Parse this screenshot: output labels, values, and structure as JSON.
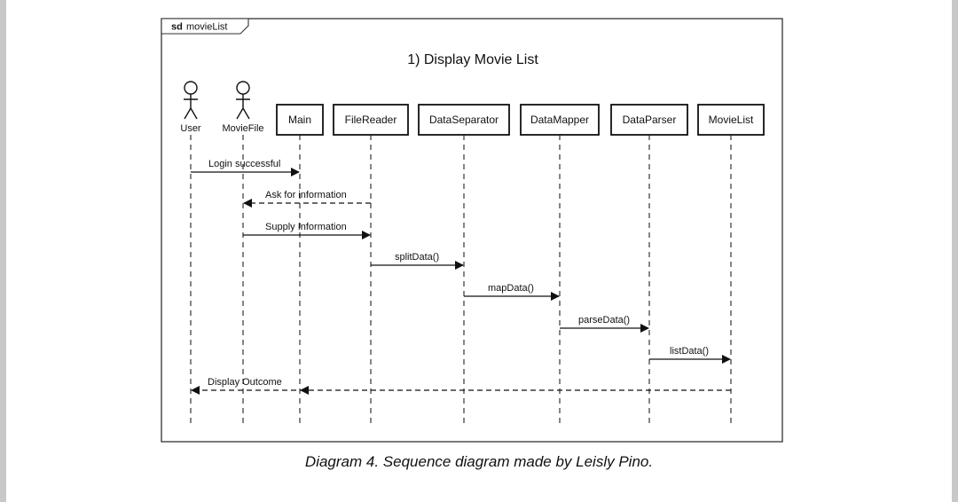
{
  "frame": {
    "tag": "sd",
    "name": "movieList"
  },
  "title": "1) Display Movie List",
  "lifelines": [
    {
      "id": "user",
      "label": "User",
      "kind": "actor"
    },
    {
      "id": "moviefile",
      "label": "MovieFile",
      "kind": "actor"
    },
    {
      "id": "main",
      "label": "Main",
      "kind": "object"
    },
    {
      "id": "filereader",
      "label": "FileReader",
      "kind": "object"
    },
    {
      "id": "dataseparator",
      "label": "DataSeparator",
      "kind": "object"
    },
    {
      "id": "datamapper",
      "label": "DataMapper",
      "kind": "object"
    },
    {
      "id": "dataparser",
      "label": "DataParser",
      "kind": "object"
    },
    {
      "id": "movielist",
      "label": "MovieList",
      "kind": "object"
    }
  ],
  "messages": [
    {
      "from": "user",
      "to": "main",
      "label": "Login successful",
      "style": "solid"
    },
    {
      "from": "filereader",
      "to": "moviefile",
      "label": "Ask for information",
      "style": "dashed"
    },
    {
      "from": "moviefile",
      "to": "filereader",
      "label": "Supply Information",
      "style": "solid"
    },
    {
      "from": "filereader",
      "to": "dataseparator",
      "label": "splitData()",
      "style": "solid"
    },
    {
      "from": "dataseparator",
      "to": "datamapper",
      "label": "mapData()",
      "style": "solid"
    },
    {
      "from": "datamapper",
      "to": "dataparser",
      "label": "parseData()",
      "style": "solid"
    },
    {
      "from": "dataparser",
      "to": "movielist",
      "label": "listData()",
      "style": "solid"
    },
    {
      "from": "movielist",
      "to": "user",
      "label": "Display Outcome",
      "style": "dashed",
      "also_to": "main"
    }
  ],
  "caption": "Diagram 4. Sequence diagram made by Leisly Pino."
}
